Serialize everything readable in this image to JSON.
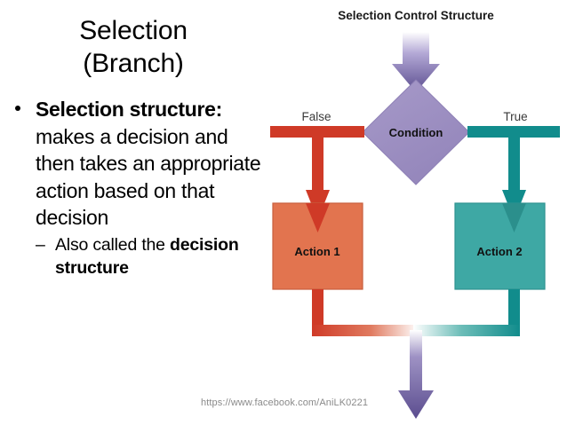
{
  "slide": {
    "title_line1": "Selection",
    "title_line2": "(Branch)",
    "bullets": {
      "level1_lead": "Selection structure:",
      "level1_body": " makes a decision and then takes an appropriate action based on that decision",
      "level2_dash": "–",
      "level2_text": "Also called the ",
      "level2_strong": "decision structure"
    }
  },
  "diagram": {
    "title": "Selection Control Structure",
    "decision_label": "Condition",
    "false_label": "False",
    "true_label": "True",
    "action_left_label": "Action 1",
    "action_right_label": "Action 2",
    "colors": {
      "decision_fill": "#9a8bc0",
      "decision_stroke": "#8375ad",
      "arrow_purple": "#5b4d8f",
      "false_branch": "#cf3a27",
      "true_branch": "#118c8c",
      "action_left_fill": "#e2744f",
      "action_left_stroke": "#c85f3e",
      "action_right_fill": "#3ea8a4",
      "action_right_stroke": "#2f9391"
    }
  },
  "watermark": {
    "text": "https://www.facebook.com/AniLK0221"
  }
}
